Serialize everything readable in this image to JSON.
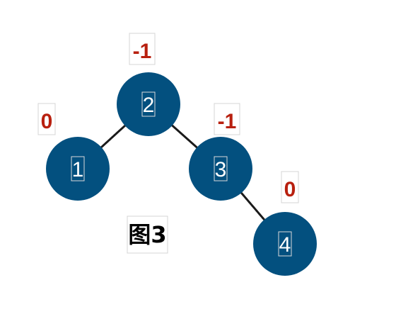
{
  "caption": "图3",
  "colors": {
    "node_fill": "#03507f",
    "node_text": "#ffffff",
    "balance_text": "#b8200f",
    "edge": "#1a1a1a"
  },
  "nodes": [
    {
      "key": "2",
      "balance": "-1"
    },
    {
      "key": "1",
      "balance": "0"
    },
    {
      "key": "3",
      "balance": "-1"
    },
    {
      "key": "4",
      "balance": "0"
    }
  ],
  "edges": [
    {
      "from": "2",
      "to": "1"
    },
    {
      "from": "2",
      "to": "3"
    },
    {
      "from": "3",
      "to": "4"
    }
  ]
}
